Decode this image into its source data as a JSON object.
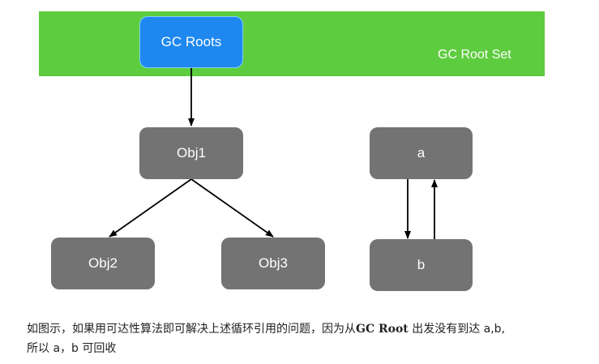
{
  "diagram": {
    "band_label": "GC Root Set",
    "nodes": {
      "gc_roots": "GC Roots",
      "obj1": "Obj1",
      "obj2": "Obj2",
      "obj3": "Obj3",
      "a": "a",
      "b": "b"
    },
    "edges": [
      {
        "from": "GC Roots",
        "to": "Obj1"
      },
      {
        "from": "Obj1",
        "to": "Obj2"
      },
      {
        "from": "Obj1",
        "to": "Obj3"
      },
      {
        "from": "a",
        "to": "b"
      },
      {
        "from": "b",
        "to": "a"
      }
    ]
  },
  "caption": {
    "line1_before": "如图示，如果用可达性算法即可解决上述循环引用的问题，因为从",
    "line1_bold": "GC Root",
    "line1_after": " 出发没有到达 a,b,",
    "line2": "所以 a，b 可回收"
  },
  "colors": {
    "band": "#5ecc3f",
    "root_node": "#1e87f0",
    "object_node": "#737373",
    "arrow": "#000000"
  }
}
